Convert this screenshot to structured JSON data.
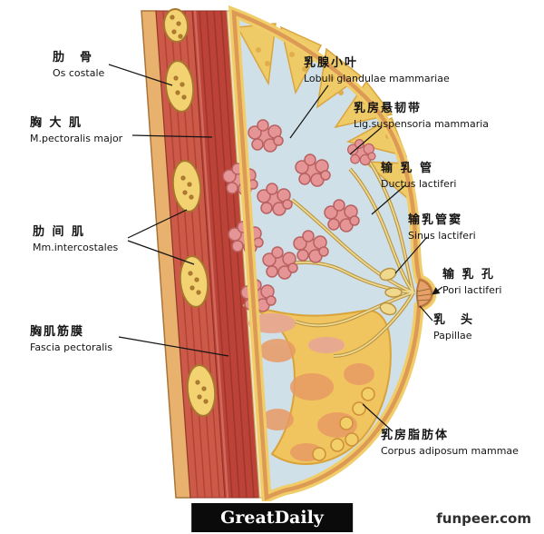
{
  "figure": {
    "description": "Sagittal anatomical diagram of the female breast and chest wall with Chinese and Latin labels",
    "language": "zh / la"
  },
  "labels": [
    {
      "id": "os-costale",
      "zh": "肋　骨",
      "la": "Os costale"
    },
    {
      "id": "pectoralis-major",
      "zh": "胸 大 肌",
      "la": "M.pectoralis major"
    },
    {
      "id": "intercostales",
      "zh": "肋 间 肌",
      "la": "Mm.intercostales"
    },
    {
      "id": "fascia-pectoralis",
      "zh": "胸肌筋膜",
      "la": "Fascia pectoralis"
    },
    {
      "id": "lobuli-glandulae",
      "zh": "乳腺小叶",
      "la": "Lobuli glandulae mammariae"
    },
    {
      "id": "lig-suspensoria",
      "zh": "乳房悬韧带",
      "la": "Lig.suspensoria mammaria"
    },
    {
      "id": "ductus-lactiferi",
      "zh": "输 乳 管",
      "la": "Ductus lactiferi"
    },
    {
      "id": "sinus-lactiferi",
      "zh": "输乳管窦",
      "la": "Sinus lactiferi"
    },
    {
      "id": "pori-lactiferi",
      "zh": "输 乳 孔",
      "la": "Pori lactiferi"
    },
    {
      "id": "papillae",
      "zh": "乳　头",
      "la": "Papillae"
    },
    {
      "id": "corpus-adiposum",
      "zh": "乳房脂肪体",
      "la": "Corpus adiposum mammae"
    }
  ],
  "footer": {
    "brand": "GreatDaily",
    "site": "funpeer.com"
  },
  "colors": {
    "skin": "#dd9a55",
    "subcutaneous_fat": "#f1cd6a",
    "muscle_red": "#bd4237",
    "intercostal_red": "#cd5949",
    "rib_yellow": "#f2d271",
    "gland_pink": "#e59595",
    "connective_blue": "#cfe0e8",
    "fat_yellow": "#f0c45e",
    "label_text": "#141414",
    "footer_bg": "#0b0b0b",
    "footer_text": "#ffffff"
  }
}
